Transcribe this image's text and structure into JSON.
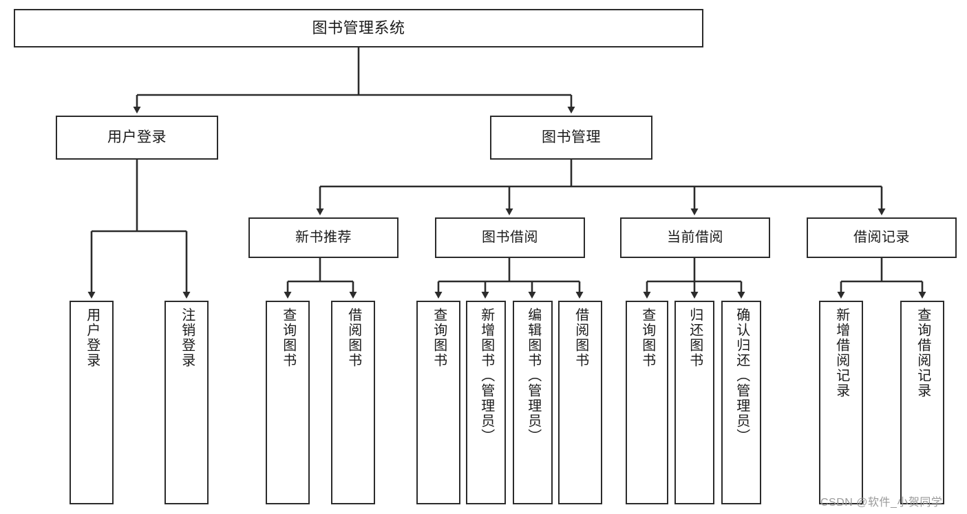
{
  "diagram": {
    "title": "图书管理系统",
    "type": "hierarchy-tree",
    "root": {
      "label": "图书管理系统"
    },
    "level2": [
      {
        "label": "用户登录"
      },
      {
        "label": "图书管理"
      }
    ],
    "level3": [
      {
        "label": "新书推荐"
      },
      {
        "label": "图书借阅"
      },
      {
        "label": "当前借阅"
      },
      {
        "label": "借阅记录"
      }
    ],
    "leaves": {
      "user_login": [
        {
          "label": "用户登录"
        },
        {
          "label": "注销登录"
        }
      ],
      "new_book_recommend": [
        {
          "label": "查询图书"
        },
        {
          "label": "借阅图书"
        }
      ],
      "book_borrow": [
        {
          "label": "查询图书"
        },
        {
          "label": "新增图书（管理员）"
        },
        {
          "label": "编辑图书（管理员）"
        },
        {
          "label": "借阅图书"
        }
      ],
      "current_borrow": [
        {
          "label": "查询图书"
        },
        {
          "label": "归还图书"
        },
        {
          "label": "确认归还（管理员）"
        }
      ],
      "borrow_record": [
        {
          "label": "新增借阅记录"
        },
        {
          "label": "查询借阅记录"
        }
      ]
    }
  },
  "watermark": {
    "text": "CSDN @软件_小贺同学"
  },
  "colors": {
    "stroke": "#2b2b2b",
    "background": "#ffffff",
    "text": "#1b1b1b",
    "watermark": "#9a9a9a"
  }
}
